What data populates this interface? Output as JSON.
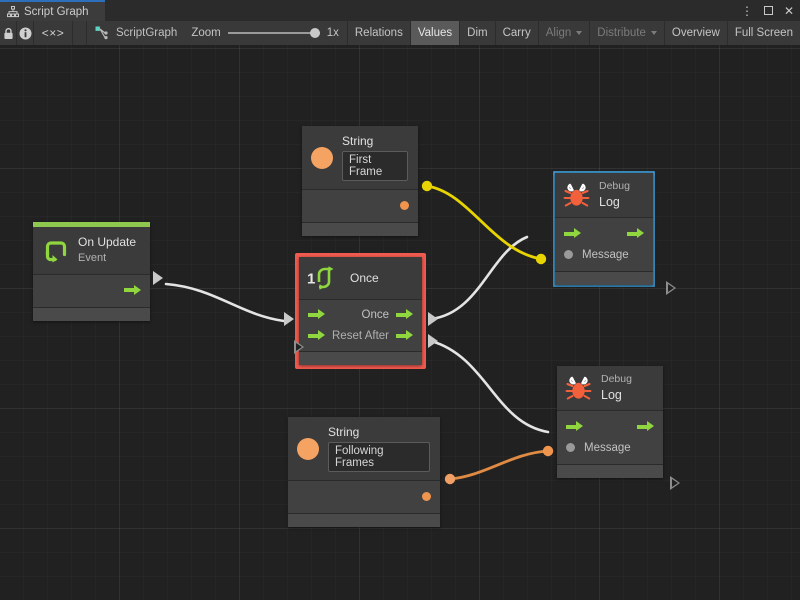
{
  "window": {
    "tab_label": "Script Graph",
    "tab_icon": "graph-hierarchy-icon",
    "controls": {
      "menu": "⋮",
      "maximize": "maximize-icon",
      "close": "✕"
    }
  },
  "toolbar": {
    "lock_icon": "lock-icon",
    "info_icon": "info-icon",
    "code_icon": "<×>",
    "graph_icon": "script-graph-icon",
    "graph_name": "ScriptGraph",
    "zoom_label": "Zoom",
    "zoom_value": "1x",
    "buttons": [
      {
        "label": "Relations",
        "active": false,
        "dim": false,
        "caret": false
      },
      {
        "label": "Values",
        "active": true,
        "dim": false,
        "caret": false
      },
      {
        "label": "Dim",
        "active": false,
        "dim": false,
        "caret": false
      },
      {
        "label": "Carry",
        "active": false,
        "dim": false,
        "caret": false
      },
      {
        "label": "Align",
        "active": false,
        "dim": true,
        "caret": true
      },
      {
        "label": "Distribute",
        "active": false,
        "dim": true,
        "caret": true
      },
      {
        "label": "Overview",
        "active": false,
        "dim": false,
        "caret": false
      },
      {
        "label": "Full Screen",
        "active": false,
        "dim": false,
        "caret": false
      }
    ]
  },
  "colors": {
    "accent_green": "#8fd63f",
    "event_header": "#8fc84f",
    "selection_red": "#f05a4f",
    "selection_blue": "#3b8ec2",
    "string_orange": "#f5a363",
    "value_edge_yellow": "#e8d400",
    "value_edge_orange": "#e08b44",
    "flow_edge_white": "#e4e4e4",
    "canvas_bg": "#212121",
    "node_bg": "#3b3b3b"
  },
  "nodes": [
    {
      "id": "string-first-frame",
      "type": "String",
      "title": "String",
      "value": "First Frame",
      "icon": "string-value-icon",
      "selected": false
    },
    {
      "id": "on-update",
      "type": "Event",
      "title": "On Update",
      "subtitle": "Event",
      "icon": "on-update-loop-icon",
      "selected": false,
      "output_flow": "flow-out"
    },
    {
      "id": "once",
      "type": "Control",
      "title": "Once",
      "badge": "1",
      "icon": "once-loop-icon",
      "selected": true,
      "selection_style": "red",
      "inputs": [
        {
          "label": "",
          "kind": "flow"
        },
        {
          "label": "Reset",
          "kind": "flow"
        }
      ],
      "outputs": [
        {
          "label": "Once",
          "kind": "flow"
        },
        {
          "label": "After",
          "kind": "flow"
        }
      ]
    },
    {
      "id": "debug-log-1",
      "type": "Debug",
      "title": "Debug",
      "subtitle": "Log",
      "icon": "debug-bug-icon",
      "selected": true,
      "selection_style": "blue",
      "input_value_label": "Message"
    },
    {
      "id": "string-following-frames",
      "type": "String",
      "title": "String",
      "value": "Following Frames",
      "icon": "string-value-icon",
      "selected": false
    },
    {
      "id": "debug-log-2",
      "type": "Debug",
      "title": "Debug",
      "subtitle": "Log",
      "icon": "debug-bug-icon",
      "selected": false,
      "input_value_label": "Message"
    }
  ],
  "edges": [
    {
      "from": "string-first-frame.output",
      "to": "debug-log-1.Message",
      "color": "#e8d400",
      "kind": "value"
    },
    {
      "from": "on-update.flow-out",
      "to": "once.flow-in",
      "color": "#e4e4e4",
      "kind": "flow"
    },
    {
      "from": "once.Once",
      "to": "debug-log-1.flow-in",
      "color": "#e4e4e4",
      "kind": "flow"
    },
    {
      "from": "once.After",
      "to": "debug-log-2.flow-in",
      "color": "#e4e4e4",
      "kind": "flow"
    },
    {
      "from": "string-following-frames.output",
      "to": "debug-log-2.Message",
      "color": "#e08b44",
      "kind": "value"
    }
  ]
}
